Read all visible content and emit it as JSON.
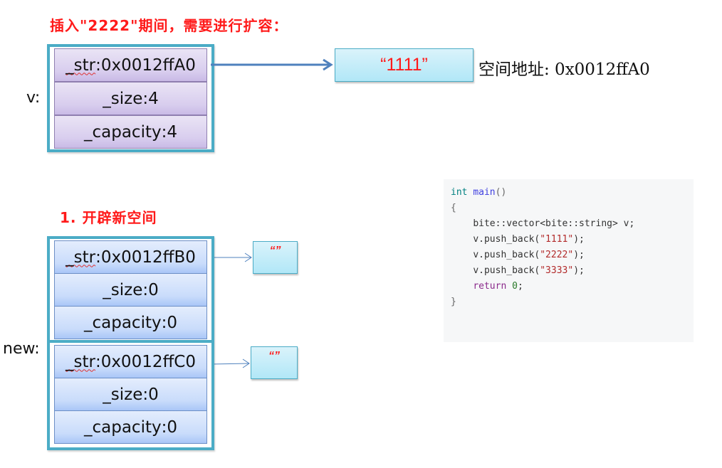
{
  "heading": "插入\"2222\"期间，需要进行扩容：",
  "step_label": "1. 开辟新空间",
  "old_vector": {
    "label": "v:",
    "fields": [
      {
        "name": "_str",
        "sep": ": ",
        "value": "0x0012ffA0"
      },
      {
        "name": "_size",
        "sep": ":",
        "value": "4"
      },
      {
        "name": "_capacity",
        "sep": ": ",
        "value": "4"
      }
    ],
    "target": {
      "text": "“1111”",
      "address_label": "空间地址: 0x0012ffA0"
    }
  },
  "new_space": {
    "label": "new:",
    "elements": [
      {
        "fields": [
          {
            "name": "_str",
            "sep": ": ",
            "value": "0x0012ffB0"
          },
          {
            "name": "_size",
            "sep": ":",
            "value": "0"
          },
          {
            "name": "_capacity",
            "sep": ": ",
            "value": "0"
          }
        ],
        "target": {
          "text": "“”"
        }
      },
      {
        "fields": [
          {
            "name": "_str",
            "sep": ": ",
            "value": "0x0012ffC0"
          },
          {
            "name": "_size",
            "sep": ":",
            "value": "0"
          },
          {
            "name": "_capacity",
            "sep": ": ",
            "value": "0"
          }
        ],
        "target": {
          "text": "“”"
        }
      }
    ]
  },
  "code": {
    "lines": [
      {
        "indent": "",
        "parts": [
          {
            "t": "int",
            "c": "kw-type"
          },
          {
            "t": " ",
            "c": ""
          },
          {
            "t": "main",
            "c": "kw-fn"
          },
          {
            "t": "()",
            "c": "punct"
          }
        ]
      },
      {
        "indent": "",
        "parts": [
          {
            "t": "{",
            "c": "punct"
          }
        ]
      },
      {
        "indent": "    ",
        "parts": [
          {
            "t": "bite::vector<bite::string> v;",
            "c": ""
          }
        ]
      },
      {
        "indent": "    ",
        "parts": [
          {
            "t": "v.push_back(",
            "c": ""
          },
          {
            "t": "\"1111\"",
            "c": "str"
          },
          {
            "t": ");",
            "c": ""
          }
        ]
      },
      {
        "indent": "    ",
        "parts": [
          {
            "t": "v.push_back(",
            "c": ""
          },
          {
            "t": "\"2222\"",
            "c": "str"
          },
          {
            "t": ");",
            "c": ""
          }
        ]
      },
      {
        "indent": "    ",
        "parts": [
          {
            "t": "v.push_back(",
            "c": ""
          },
          {
            "t": "\"3333\"",
            "c": "str"
          },
          {
            "t": ");",
            "c": ""
          }
        ]
      },
      {
        "indent": "    ",
        "parts": [
          {
            "t": "return",
            "c": "kw-ret"
          },
          {
            "t": " ",
            "c": ""
          },
          {
            "t": "0",
            "c": "num"
          },
          {
            "t": ";",
            "c": ""
          }
        ]
      },
      {
        "indent": "",
        "parts": [
          {
            "t": "}",
            "c": "punct"
          }
        ]
      }
    ]
  },
  "colors": {
    "heading": "#ff1a1a",
    "frame_border": "#4bacc6",
    "arrow": "#4f81bd"
  }
}
